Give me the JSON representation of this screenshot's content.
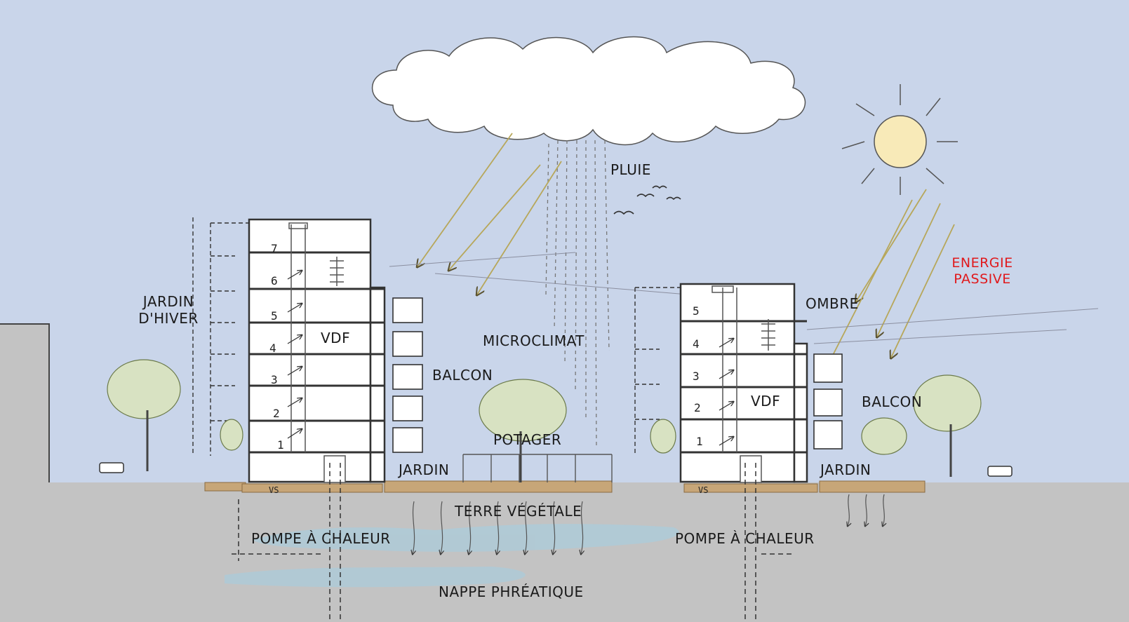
{
  "labels": {
    "pluie": "PLUIE",
    "energie_line1": "ENERGIE",
    "energie_line2": "PASSIVE",
    "jardin_hiver_line1": "JARDIN",
    "jardin_hiver_line2": "D'HIVER",
    "vdf_left": "VDF",
    "vdf_right": "VDF",
    "microclimat": "MICROCLIMAT",
    "ombre": "OMBRE",
    "balcon_left": "BALCON",
    "balcon_right": "BALCON",
    "potager": "POTAGER",
    "jardin_left": "JARDIN",
    "jardin_right": "JARDIN",
    "terre_vegetale": "TERRE VÉGÉTALE",
    "pompe_left": "POMPE À CHALEUR",
    "pompe_right": "POMPE À CHALEUR",
    "nappe": "NAPPE PHRÉATIQUE",
    "vs_left": "VS",
    "vs_right": "VS"
  },
  "floors_left": [
    "7",
    "6",
    "5",
    "4",
    "3",
    "2",
    "1"
  ],
  "floors_right": [
    "5",
    "4",
    "3",
    "2",
    "1"
  ],
  "colors": {
    "sky": "#c9d5ea",
    "ground": "#c3c3c3",
    "soil": "#c7a678",
    "water": "#aecbd8",
    "sun": "#f8eab8",
    "tree": "#d8e2c2",
    "accent_red": "#e0191c"
  }
}
